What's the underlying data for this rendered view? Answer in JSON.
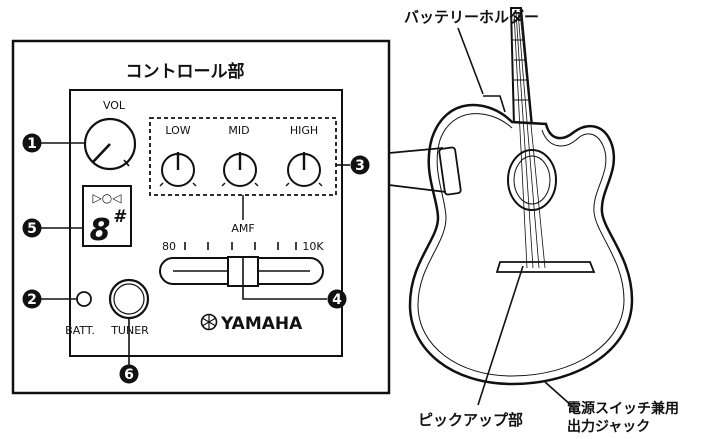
{
  "labels": {
    "control_section": "コントロール部",
    "battery_holder": "バッテリーホルダー",
    "pickup": "ピックアップ部",
    "power_jack_line1": "電源スイッチ兼用",
    "power_jack_line2": "出力ジャック",
    "vol": "VOL",
    "low": "LOW",
    "mid": "MID",
    "high": "HIGH",
    "amf": "AMF",
    "amf_min": "80",
    "amf_max": "10K",
    "batt": "BATT.",
    "tuner": "TUNER",
    "brand": "YAMAHA",
    "tuner_symbols": "▷○◁",
    "tuner_note": "8",
    "tuner_sharp": "#"
  },
  "callouts": [
    "1",
    "2",
    "3",
    "4",
    "5",
    "6"
  ],
  "colors": {
    "ink": "#111111",
    "background": "#ffffff"
  }
}
